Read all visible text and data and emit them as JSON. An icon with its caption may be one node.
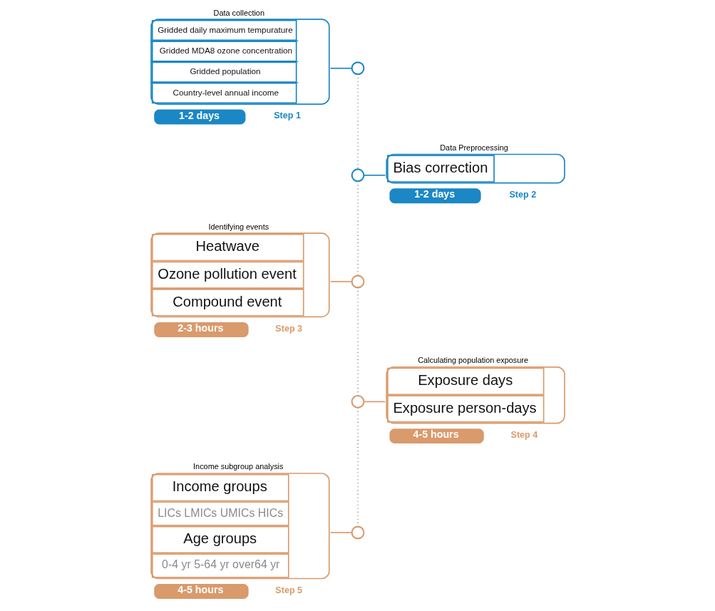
{
  "diagram": {
    "nodes": [
      {
        "text": [
          "Data collection",
          "Gridded daily maximum tempurature",
          "Gridded MDA8 ozone concentration",
          "Gridded population",
          "Country-level annual income"
        ],
        "beside": [
          "1-2 days",
          "Step 1"
        ]
      },
      {
        "text": [
          "Data Preprocessing",
          "Bias correction"
        ],
        "beside": [
          "1-2 days",
          "Step 2"
        ]
      },
      {
        "text": [
          "Identifying events",
          "Heatwave",
          "Ozone pollution event",
          "Compound event"
        ],
        "beside": [
          "2-3 hours",
          "Step 3"
        ]
      },
      {
        "text": [
          "Calculating population exposure",
          "Exposure days",
          "Exposure person-days"
        ],
        "beside": [
          "4-5 hours",
          "Step 4"
        ]
      },
      {
        "text": [
          "Income subgroup analysis",
          "Income groups",
          "LICs LMICs UMICs HICs",
          "Age groups",
          "0-4 yr 5-64 yr over64 yr"
        ],
        "beside": [
          "4-5 hours",
          "Step 5"
        ]
      },
      {
        "text": [],
        "shape": "circle"
      },
      {
        "text": [],
        "shape": "circle"
      },
      {
        "text": [],
        "shape": "circle"
      },
      {
        "text": [],
        "shape": "circle"
      },
      {
        "text": [],
        "shape": "circle"
      }
    ],
    "edges": [
      {
        "from": 0,
        "to": 5,
        "arrow": "none",
        "color": "#1b87c5"
      },
      {
        "from": 1,
        "to": 6,
        "arrow": "none",
        "color": "#1b87c5"
      },
      {
        "from": 2,
        "to": 7,
        "arrow": "none",
        "color": "#d99a6c"
      },
      {
        "from": 3,
        "to": 8,
        "arrow": "none",
        "color": "#d99a6c"
      },
      {
        "from": 4,
        "to": 9,
        "arrow": "none",
        "color": "#d99a6c"
      },
      {
        "from": 5,
        "to": 6,
        "arrow": "none",
        "style": "dashed",
        "color": "#9a9a9a"
      },
      {
        "from": 6,
        "to": 7,
        "arrow": "none",
        "style": "dashed",
        "color": "#9a9a9a"
      },
      {
        "from": 7,
        "to": 8,
        "arrow": "none",
        "style": "dashed",
        "color": "#9a9a9a"
      },
      {
        "from": 8,
        "to": 9,
        "arrow": "none",
        "style": "dashed",
        "color": "#9a9a9a"
      }
    ]
  }
}
